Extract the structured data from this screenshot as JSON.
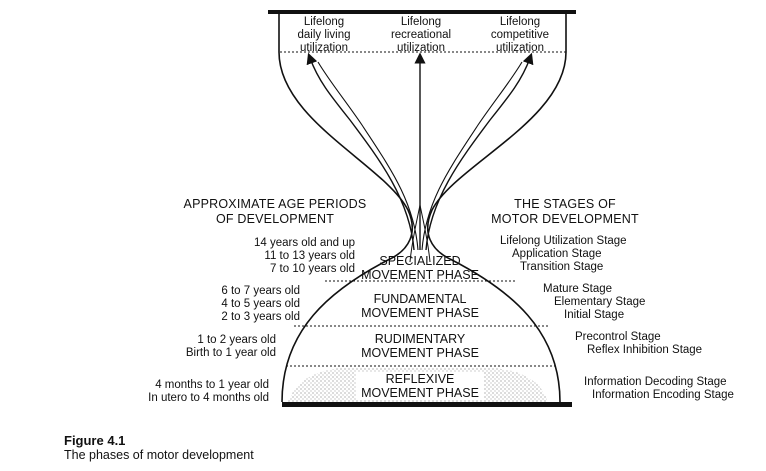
{
  "top_labels": [
    {
      "lines": [
        "Lifelong",
        "daily living",
        "utilization"
      ]
    },
    {
      "lines": [
        "Lifelong",
        "recreational",
        "utilization"
      ]
    },
    {
      "lines": [
        "Lifelong",
        "competitive",
        "utilization"
      ]
    }
  ],
  "left_header": [
    "APPROXIMATE AGE PERIODS",
    "OF DEVELOPMENT"
  ],
  "right_header": [
    "THE STAGES OF",
    "MOTOR DEVELOPMENT"
  ],
  "phases": [
    {
      "name": [
        "SPECIALIZED",
        "MOVEMENT PHASE"
      ],
      "ages": [
        "14 years old and up",
        "11 to 13 years old",
        "7 to 10 years old"
      ],
      "stages": [
        "Lifelong Utilization Stage",
        "Application Stage",
        "Transition Stage"
      ]
    },
    {
      "name": [
        "FUNDAMENTAL",
        "MOVEMENT PHASE"
      ],
      "ages": [
        "6 to 7 years old",
        "4 to 5 years old",
        "2 to 3 years old"
      ],
      "stages": [
        "Mature Stage",
        "Elementary Stage",
        "Initial Stage"
      ]
    },
    {
      "name": [
        "RUDIMENTARY",
        "MOVEMENT PHASE"
      ],
      "ages": [
        "1 to 2 years old",
        "Birth to 1 year old"
      ],
      "stages": [
        "Precontrol Stage",
        "Reflex Inhibition Stage"
      ]
    },
    {
      "name": [
        "REFLEXIVE",
        "MOVEMENT PHASE"
      ],
      "ages": [
        "4 months to 1 year old",
        "In utero to 4 months old"
      ],
      "stages": [
        "Information Decoding Stage",
        "Information Encoding Stage"
      ]
    }
  ],
  "caption": {
    "title": "Figure 4.1",
    "subtitle": "The phases of motor development"
  }
}
